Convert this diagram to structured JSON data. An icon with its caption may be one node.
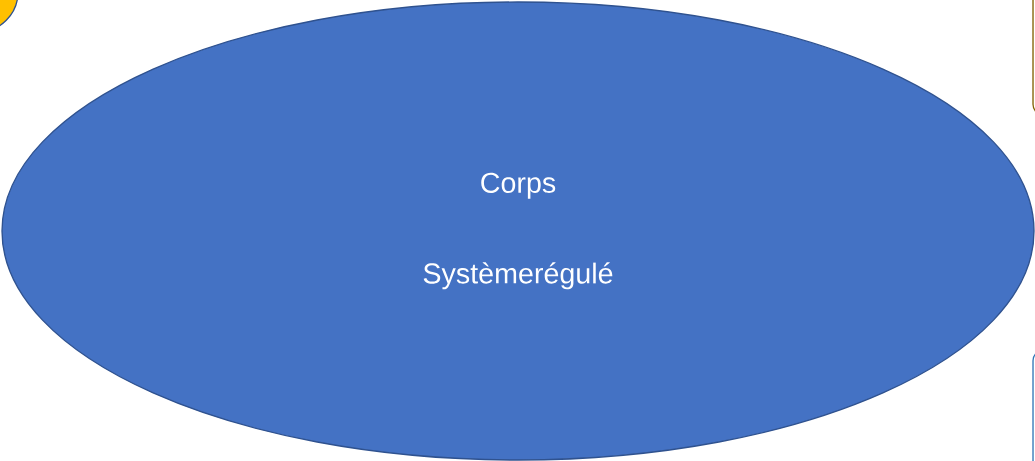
{
  "diagram": {
    "nodes": [
      {
        "text": [],
        "shape": "circle"
      },
      {
        "text": [
          "Corps",
          "Systèmerégulé"
        ]
      },
      {
        "text": [],
        "shape": "box"
      },
      {
        "text": [],
        "shape": "box"
      }
    ]
  }
}
